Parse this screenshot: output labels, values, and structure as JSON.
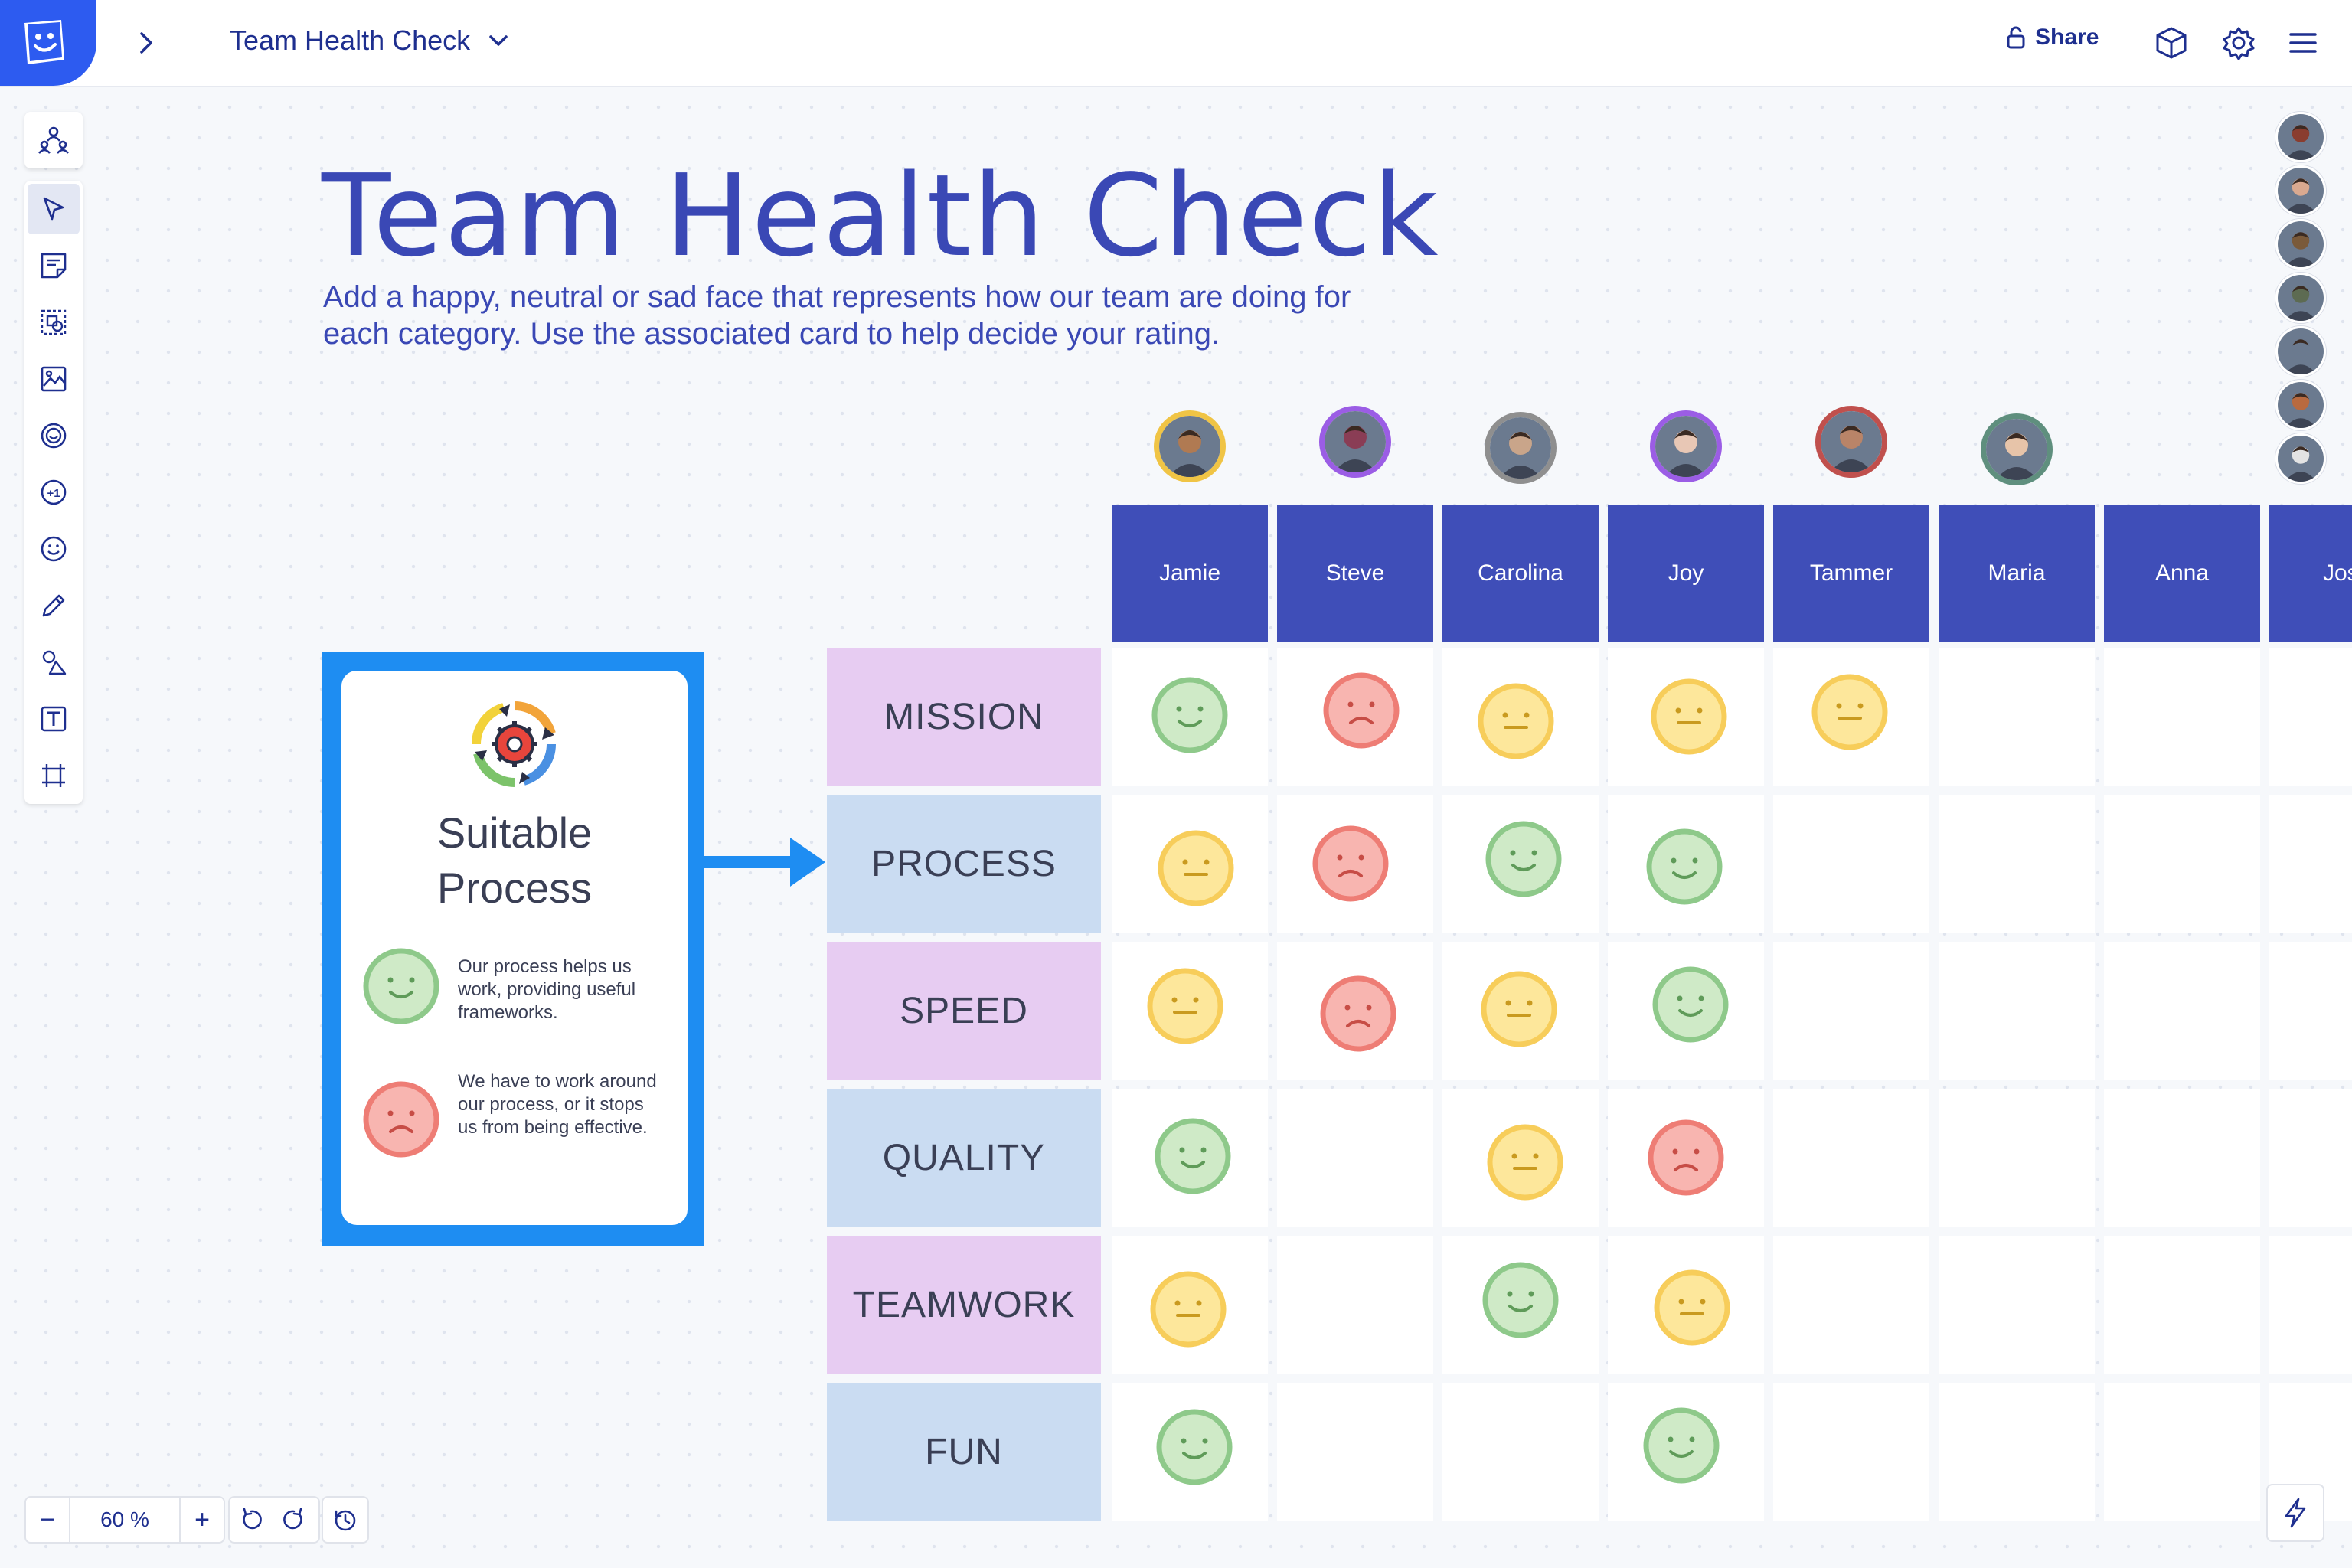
{
  "topbar": {
    "board_title": "Team Health Check",
    "share_label": "Share"
  },
  "heading": {
    "title": "Team Health Check",
    "description": "Add a happy, neutral or sad face that represents how our team are doing for each category. Use the associated card to help decide your rating."
  },
  "members": [
    {
      "name": "Jamie",
      "ring": "#f0c445",
      "skin": "#b07a52"
    },
    {
      "name": "Steve",
      "ring": "#9b5de5",
      "skin": "#8a3d55"
    },
    {
      "name": "Carolina",
      "ring": "#8f8f8f",
      "skin": "#c9a58a"
    },
    {
      "name": "Joy",
      "ring": "#9b5de5",
      "skin": "#e8c7b5"
    },
    {
      "name": "Tammer",
      "ring": "#c0504d",
      "skin": "#b98468"
    },
    {
      "name": "Maria",
      "ring": "#5f8f7e",
      "skin": "#e7c4a9"
    },
    {
      "name": "Anna",
      "ring": "",
      "skin": ""
    },
    {
      "name": "Jos",
      "ring": "",
      "skin": ""
    }
  ],
  "categories": [
    {
      "label": "MISSION",
      "color": "purple"
    },
    {
      "label": "PROCESS",
      "color": "blue"
    },
    {
      "label": "SPEED",
      "color": "purple"
    },
    {
      "label": "QUALITY",
      "color": "blue"
    },
    {
      "label": "TEAMWORK",
      "color": "purple"
    },
    {
      "label": "FUN",
      "color": "blue"
    }
  ],
  "ratings": [
    [
      "happy",
      "sad",
      "neutral",
      "neutral",
      "neutral",
      "",
      "",
      ""
    ],
    [
      "neutral",
      "sad",
      "happy",
      "happy",
      "",
      "",
      "",
      ""
    ],
    [
      "neutral",
      "sad",
      "neutral",
      "happy",
      "",
      "",
      "",
      ""
    ],
    [
      "happy",
      "",
      "neutral",
      "sad",
      "",
      "",
      "",
      ""
    ],
    [
      "neutral",
      "",
      "happy",
      "neutral",
      "",
      "",
      "",
      ""
    ],
    [
      "happy",
      "",
      "",
      "happy",
      "",
      "",
      "",
      ""
    ]
  ],
  "face_colors": {
    "happy": {
      "fill": "#cfeac7",
      "stroke": "#8ec98a",
      "mouth": "#5f9b59"
    },
    "neutral": {
      "fill": "#fde79b",
      "stroke": "#f7cd5a",
      "mouth": "#c99a1f"
    },
    "sad": {
      "fill": "#f8b5b0",
      "stroke": "#ee7d75",
      "mouth": "#c74d46"
    }
  },
  "card": {
    "title_line1": "Suitable",
    "title_line2": "Process",
    "positive_text": "Our process helps us work, providing useful frameworks.",
    "negative_text": "We have to work around our process, or it stops us from being effective."
  },
  "zoom": {
    "minus": "−",
    "value": "60 %",
    "plus": "+"
  },
  "colors": {
    "brand": "#2d5bf0",
    "header_blue": "#3f4eb8",
    "title_blue": "#3a48b5",
    "card_frame": "#1e8df2"
  }
}
